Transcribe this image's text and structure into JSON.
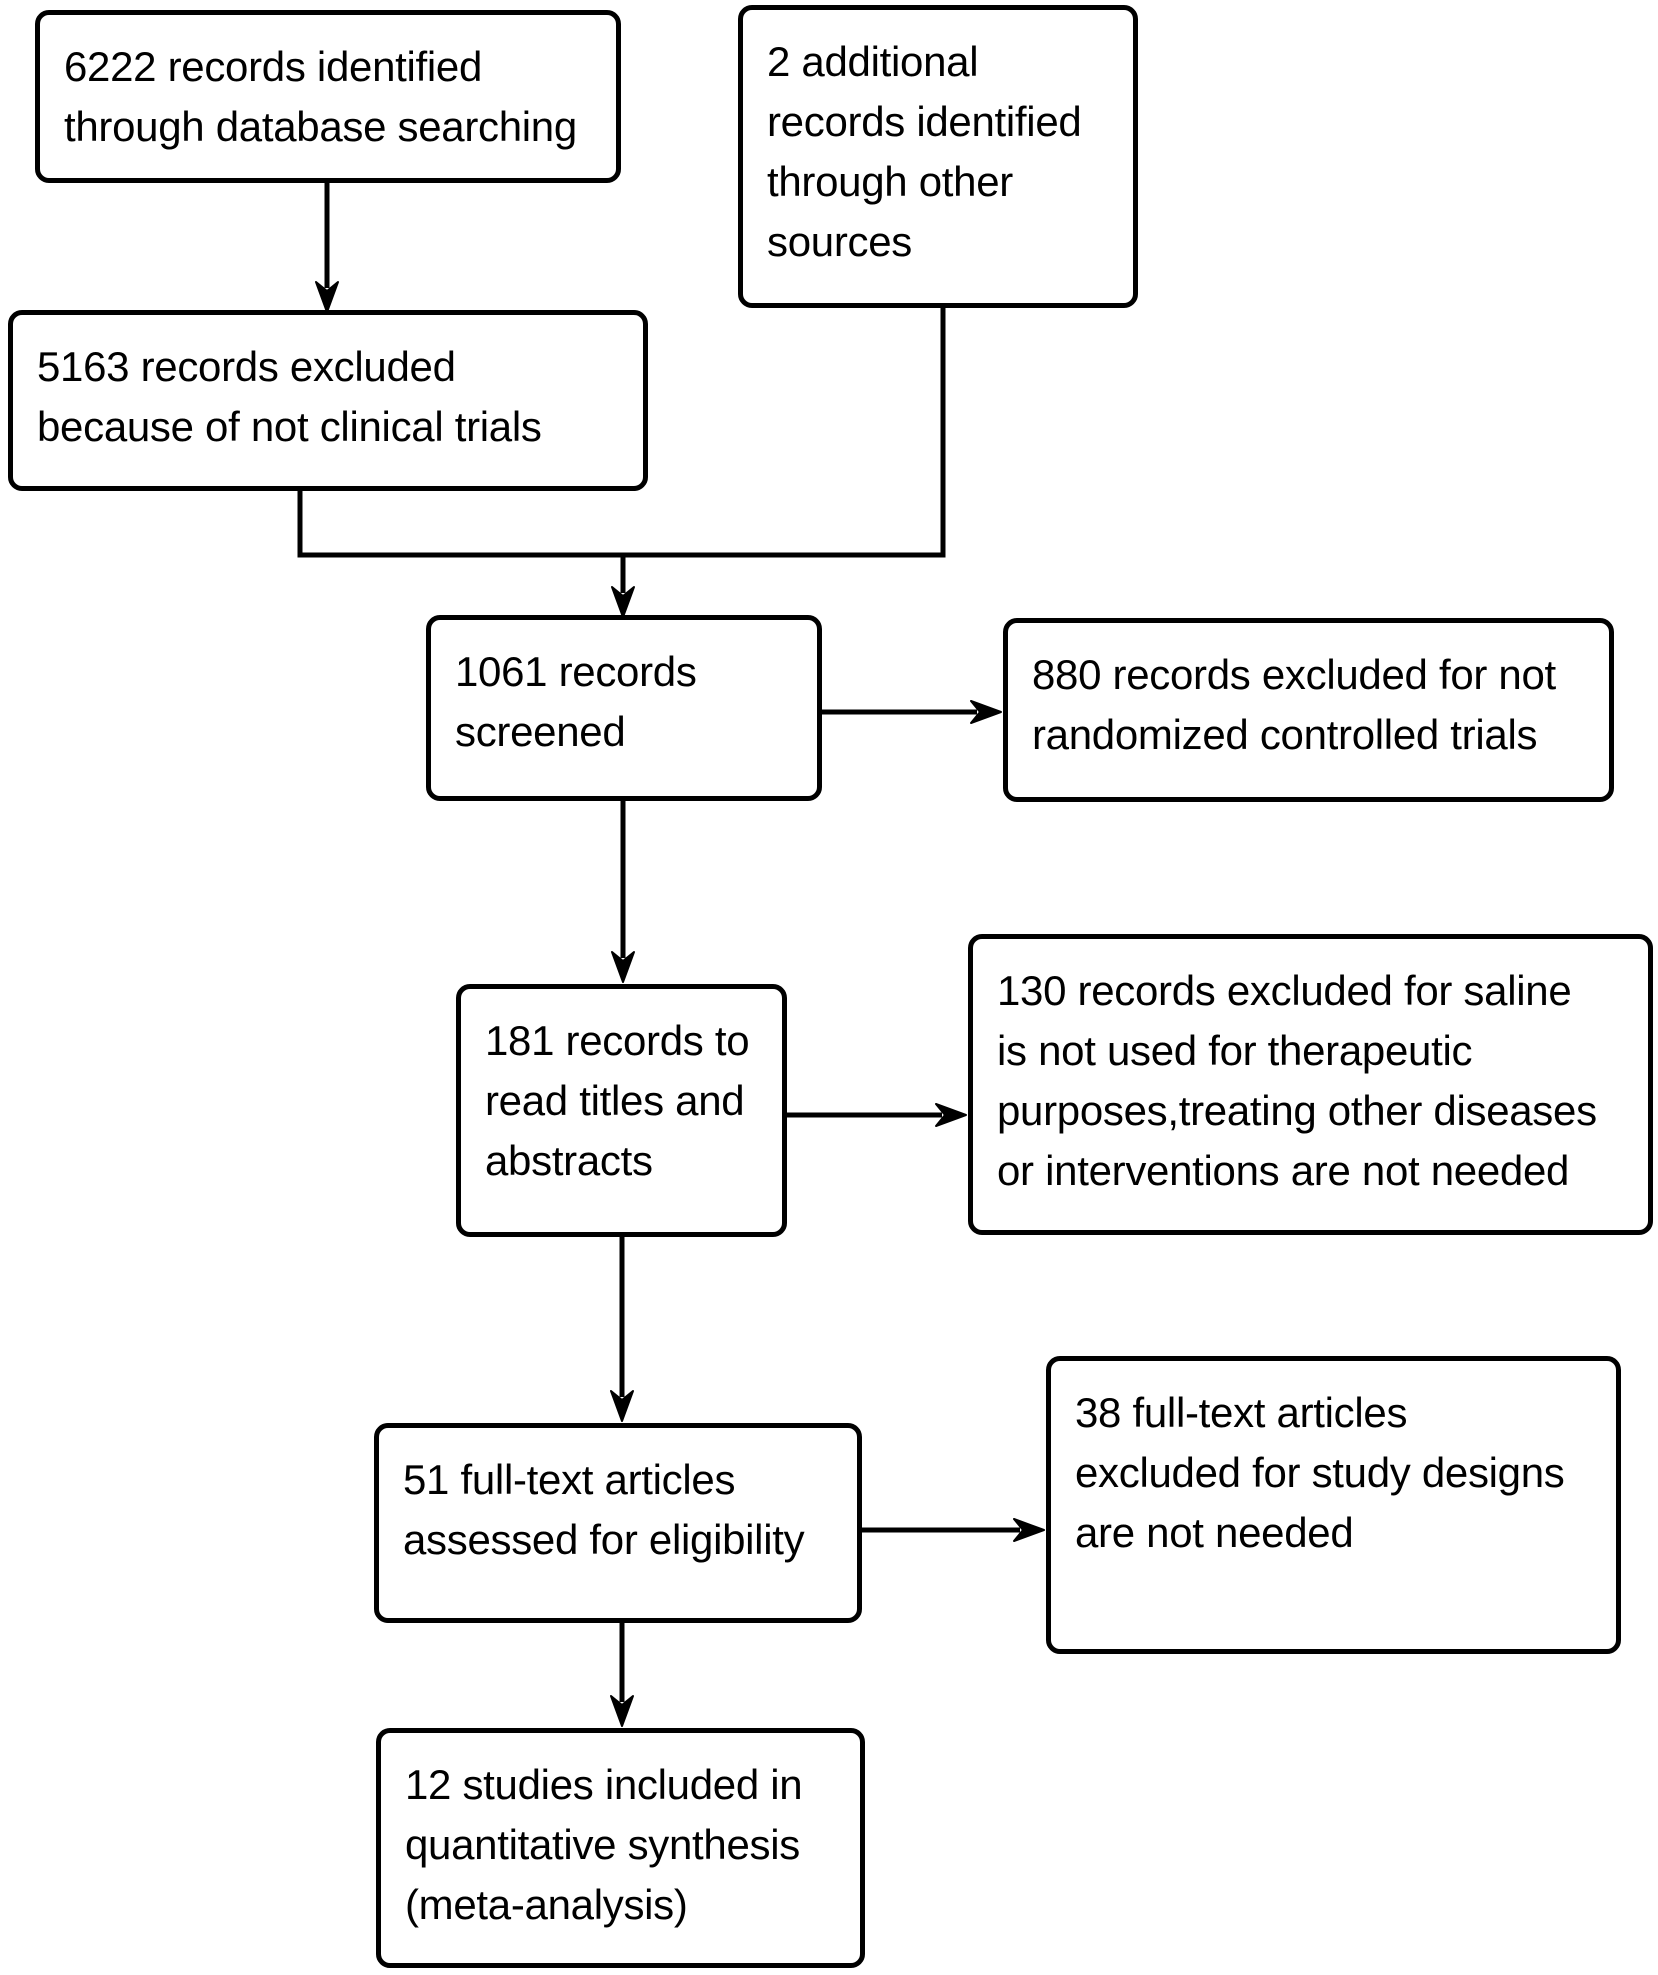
{
  "diagram": {
    "type": "flowchart",
    "subject": "PRISMA study-selection flow diagram",
    "colors": {
      "background": "#ffffff",
      "box_fill": "#ffffff",
      "line": "#000000",
      "text": "#000000"
    },
    "boxes": {
      "identified_database": "6222 records identified\nthrough database searching",
      "identified_other": "2 additional\nrecords identified\nthrough other\nsources",
      "excluded_not_clinical": "5163 records excluded\nbecause of not clinical trials",
      "screened": "1061 records\nscreened",
      "excluded_not_rct": "880 records excluded for not\nrandomized controlled trials",
      "titles_abstracts": "181 records to\nread titles and\nabstracts",
      "excluded_saline": "130 records excluded for saline\nis not used for therapeutic\npurposes,treating other diseases\nor interventions are not needed",
      "fulltext_assessed": "51 full-text articles\nassessed for eligibility",
      "excluded_study_design": "38 full-text articles\nexcluded for study designs\nare not needed",
      "included_quantitative": "12 studies included in\nquantitative synthesis\n(meta-analysis)"
    }
  }
}
